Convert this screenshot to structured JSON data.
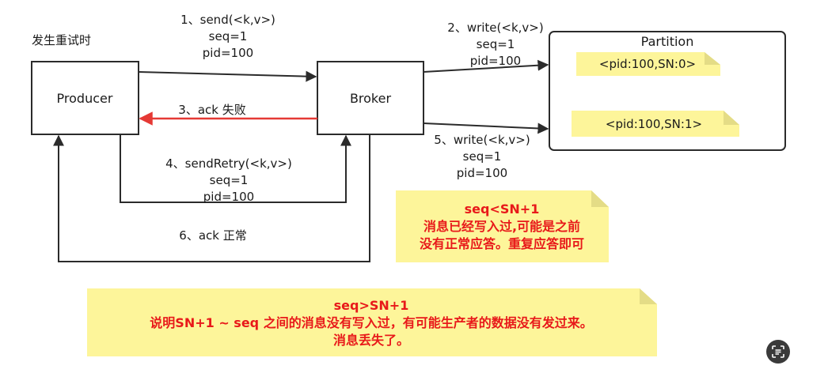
{
  "heading": "发生重试时",
  "nodes": {
    "producer": "Producer",
    "broker": "Broker",
    "partition": "Partition"
  },
  "partition_entries": [
    "<pid:100,SN:0>",
    "<pid:100,SN:1>"
  ],
  "arrows": {
    "send": [
      "1、send(<k,v>)",
      "seq=1",
      "pid=100"
    ],
    "write1": [
      "2、write(<k,v>)",
      "seq=1",
      "pid=100"
    ],
    "ack_fail": "3、ack 失败",
    "send_retry": [
      "4、sendRetry(<k,v>)",
      "seq=1",
      "pid=100"
    ],
    "write2": [
      "5、write(<k,v>)",
      "seq=1",
      "pid=100"
    ],
    "ack_ok": "6、ack 正常"
  },
  "note_small": [
    "seq<SN+1",
    "消息已经写入过,可能是之前",
    "没有正常应答。重复应答即可"
  ],
  "note_large": [
    "seq>SN+1",
    "说明SN+1 ~ seq 之间的消息没有写入过，有可能生产者的数据没有发过来。",
    "消息丢失了。"
  ],
  "colors": {
    "line": "#2b2b2b",
    "ack_fail_arrow": "#e53935",
    "note_fill": "#fdf59a",
    "note_fold": "#e4dc86",
    "red_text": "#e8191a"
  },
  "icons": {
    "screenshot_button": "scan-text-icon"
  }
}
